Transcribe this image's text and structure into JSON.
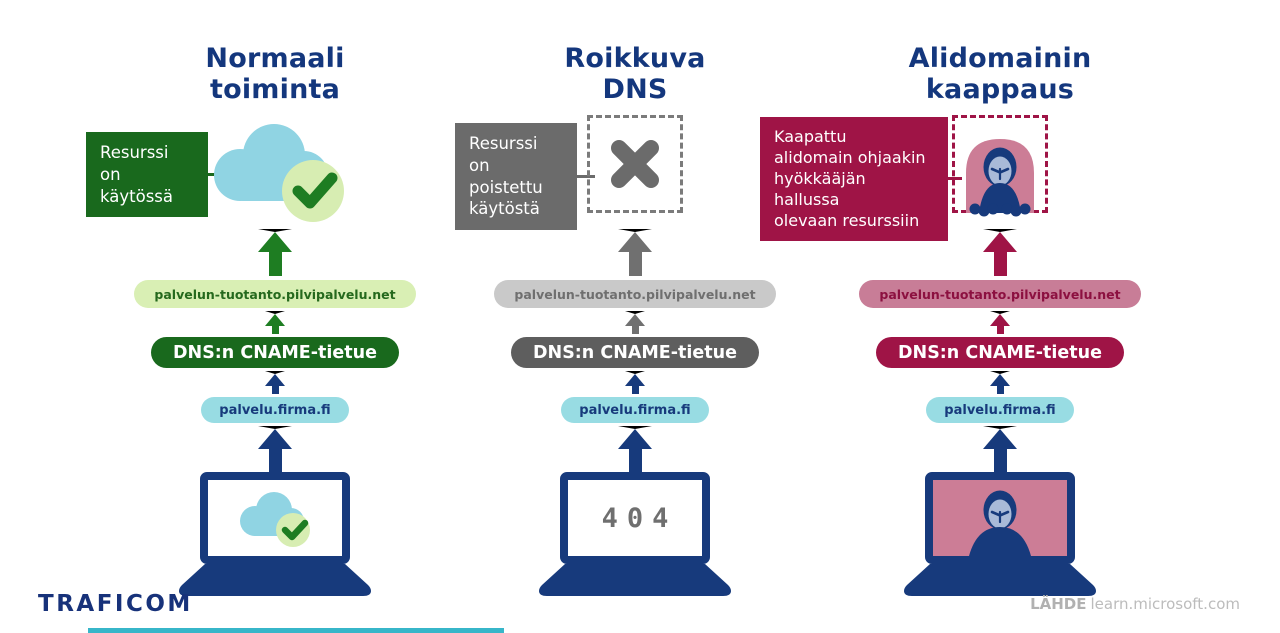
{
  "colors": {
    "navy": "#173a7c",
    "title": "#14377d",
    "green_dark": "#19691d",
    "green_light": "#d9efb4",
    "cloud_blue": "#90d4e3",
    "teal_pill": "#98dce3",
    "gray_dark": "#6b6b6b",
    "gray_light": "#c9c9c9",
    "maroon": "#9f1446",
    "pink": "#cc7d96",
    "mask_face": "#a9bad8",
    "teal_bar": "#37b6c9"
  },
  "columns": [
    {
      "id": "normal",
      "title_lines": [
        "Normaali",
        "toiminta"
      ],
      "label_lines": [
        "Resurssi",
        "on käytössä"
      ],
      "pill_cname": "palvelun-tuotanto.pilvipalvelu.net",
      "pill_dns": "DNS:n CNAME-tietue",
      "pill_service": "palvelu.firma.fi",
      "icon": "cloud-with-checkmark",
      "laptop_icon": "cloud-with-checkmark"
    },
    {
      "id": "dangling",
      "title_lines": [
        "Roikkuva",
        "DNS"
      ],
      "label_lines": [
        "Resurssi",
        "on poistettu",
        "käytöstä"
      ],
      "pill_cname": "palvelun-tuotanto.pilvipalvelu.net",
      "pill_dns": "DNS:n CNAME-tietue",
      "pill_service": "palvelu.firma.fi",
      "icon": "deleted-resource-x",
      "laptop_text": "404"
    },
    {
      "id": "hijack",
      "title_lines": [
        "Alidomainin",
        "kaappaus"
      ],
      "label_lines": [
        "Kaapattu",
        "alidomain ohjaakin",
        "hyökkääjän hallussa",
        "olevaan resurssiin"
      ],
      "pill_cname": "palvelun-tuotanto.pilvipalvelu.net",
      "pill_dns": "DNS:n CNAME-tietue",
      "pill_service": "palvelu.firma.fi",
      "icon": "hacker-figure",
      "laptop_icon": "hacker-figure"
    }
  ],
  "footer": {
    "logo": "TRAFICOM",
    "source_label": "LÄHDE",
    "source_value": "learn.microsoft.com"
  }
}
